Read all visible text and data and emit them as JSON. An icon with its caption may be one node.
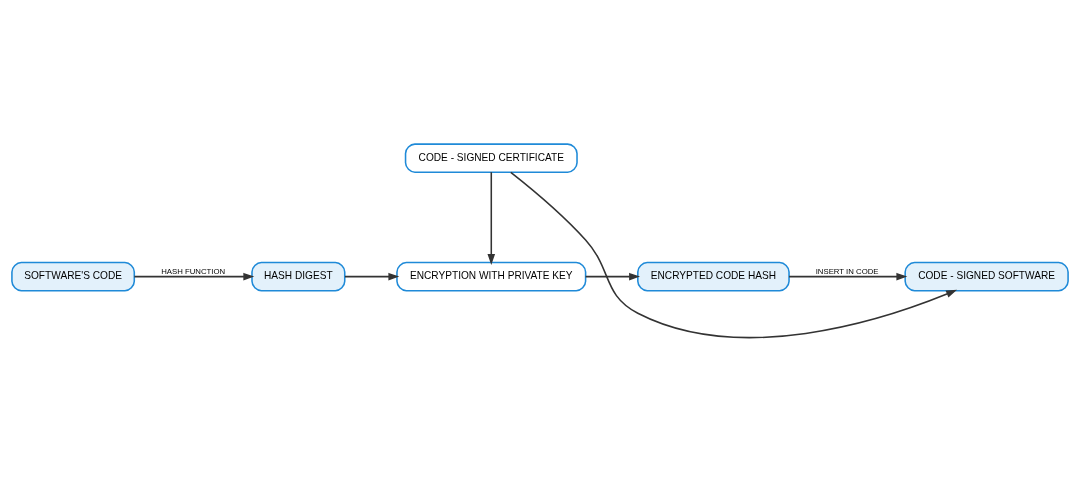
{
  "diagram": {
    "nodes": [
      {
        "text": [
          "SOFTWARE'S CODE"
        ]
      },
      {
        "text": [
          "HASH DIGEST"
        ]
      },
      {
        "text": [
          "ENCRYPTION WITH PRIVATE KEY"
        ]
      },
      {
        "text": [
          "ENCRYPTED CODE HASH"
        ]
      },
      {
        "text": [
          "CODE - SIGNED SOFTWARE"
        ]
      },
      {
        "text": [
          "CODE - SIGNED CERTIFICATE"
        ]
      }
    ],
    "edges": [
      {
        "from": 0,
        "to": 1,
        "arrow": "to",
        "label": "HASH FUNCTION"
      },
      {
        "from": 1,
        "to": 2,
        "arrow": "to"
      },
      {
        "from": 2,
        "to": 3,
        "arrow": "to"
      },
      {
        "from": 3,
        "to": 4,
        "arrow": "to",
        "label": "INSERT IN CODE"
      },
      {
        "from": 5,
        "to": 2,
        "arrow": "to"
      },
      {
        "from": 5,
        "to": 4,
        "arrow": "to"
      }
    ]
  }
}
